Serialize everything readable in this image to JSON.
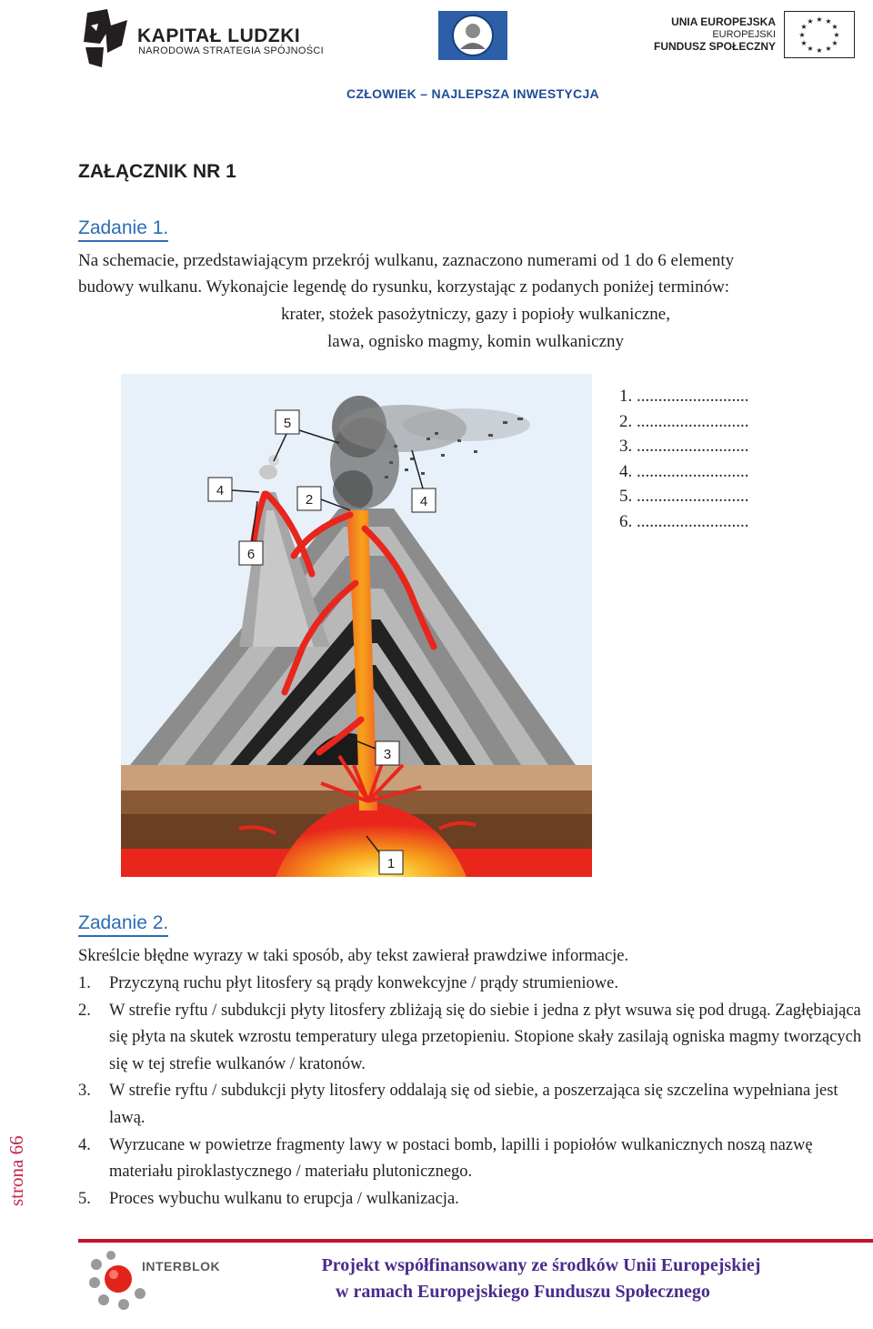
{
  "header": {
    "kl_title": "KAPITAŁ LUDZKI",
    "kl_subtitle": "NARODOWA STRATEGIA SPÓJNOŚCI",
    "eu_line1": "UNIA EUROPEJSKA",
    "eu_line2": "EUROPEJSKI",
    "eu_line3": "FUNDUSZ SPOŁECZNY",
    "motto": "CZŁOWIEK – NAJLEPSZA INWESTYCJA"
  },
  "annex_title": "ZAŁĄCZNIK NR 1",
  "task1": {
    "heading": "Zadanie 1.",
    "instruction_line1": "Na schemacie, przedstawiającym przekrój wulkanu, zaznaczono numerami od 1 do 6 elementy",
    "instruction_line2": "budowy wulkanu. Wykonajcie legendę do rysunku, korzystając z podanych poniżej terminów:",
    "terms_line1": "krater, stożek pasożytniczy, gazy i popioły wulkaniczne,",
    "terms_line2": "lawa, ognisko magmy, komin wulkaniczny",
    "legend": [
      "1. ..........................",
      "2. ..........................",
      "3. ..........................",
      "4. ..........................",
      "5. ..........................",
      "6. .........................."
    ],
    "diagram_labels": {
      "l5": "5",
      "l4a": "4",
      "l2": "2",
      "l4b": "4",
      "l6": "6",
      "l3": "3",
      "l1": "1"
    }
  },
  "task2": {
    "heading": "Zadanie 2.",
    "intro": "Skreślcie błędne wyrazy w taki sposób, aby tekst zawierał prawdziwe informacje.",
    "items": [
      {
        "num": "1.",
        "text": "Przyczyną ruchu płyt litosfery są prądy konwekcyjne / prądy strumieniowe."
      },
      {
        "num": "2.",
        "text": "W strefie ryftu / subdukcji płyty litosfery zbliżają się do siebie i jedna z płyt wsuwa się pod drugą. Zagłębiająca się płyta na skutek wzrostu temperatury ulega przetopieniu. Stopione skały zasilają ogniska magmy tworzących się w tej strefie wulkanów / kratonów."
      },
      {
        "num": "3.",
        "text": "W strefie ryftu / subdukcji płyty litosfery oddalają się od siebie, a poszerzająca się szczelina wypełniana jest lawą."
      },
      {
        "num": "4.",
        "text": "Wyrzucane w powietrze fragmenty lawy w postaci bomb, lapilli i popiołów wulkanicznych noszą nazwę materiału piroklastycznego / materiału plutonicznego."
      },
      {
        "num": "5.",
        "text": "Proces wybuchu wulkanu to erupcja / wulkanizacja."
      }
    ]
  },
  "page_label": "strona 66",
  "footer": {
    "logo_text": "INTERBLOK",
    "line1": "Projekt współfinansowany ze środków Unii Europejskiej",
    "line2": "w ramach Europejskiego Funduszu Społecznego"
  },
  "colors": {
    "motto_blue": "#1f4e96",
    "task_blue": "#2a6db5",
    "footer_purple": "#4a2b8c",
    "footer_red": "#c4122f",
    "page_label_red": "#c2244b",
    "lava": "#e8261c",
    "magma_orange": "#f7a21b"
  }
}
